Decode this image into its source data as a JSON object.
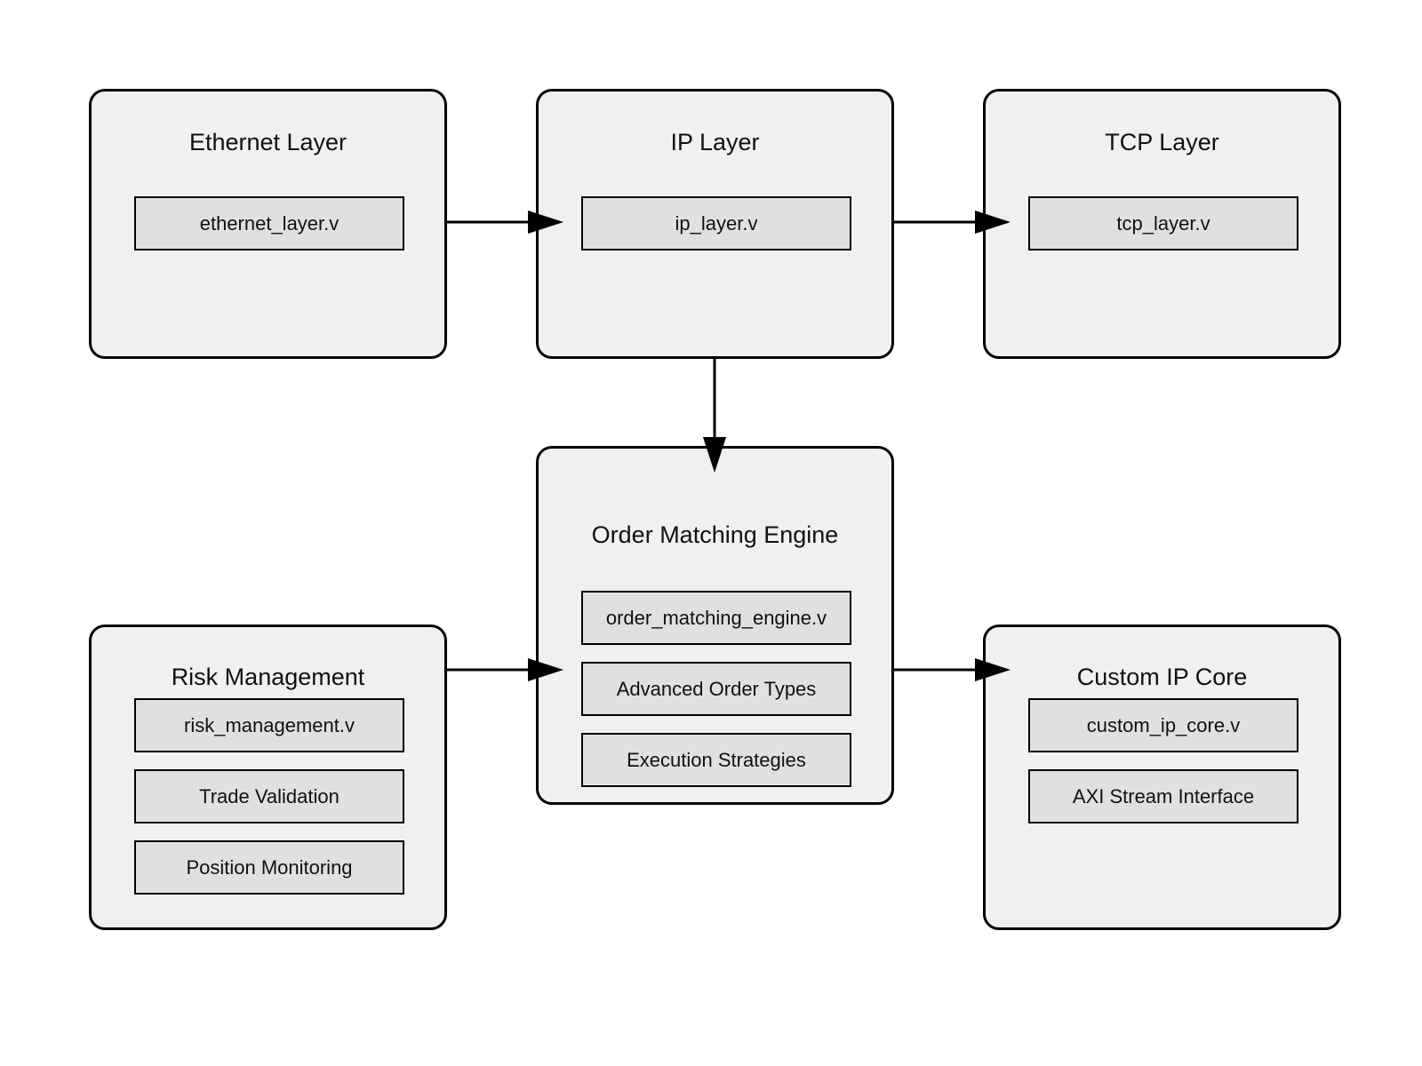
{
  "diagram": {
    "blocks": {
      "ethernet": {
        "title": "Ethernet Layer",
        "modules": [
          "ethernet_layer.v"
        ]
      },
      "ip": {
        "title": "IP Layer",
        "modules": [
          "ip_layer.v"
        ]
      },
      "tcp": {
        "title": "TCP Layer",
        "modules": [
          "tcp_layer.v"
        ]
      },
      "ome": {
        "title": "Order Matching Engine",
        "modules": [
          "order_matching_engine.v",
          "Advanced Order Types",
          "Execution Strategies"
        ]
      },
      "risk": {
        "title": "Risk Management",
        "modules": [
          "risk_management.v",
          "Trade Validation",
          "Position Monitoring"
        ]
      },
      "custom": {
        "title": "Custom IP Core",
        "modules": [
          "custom_ip_core.v",
          "AXI Stream Interface"
        ]
      }
    },
    "connections": [
      {
        "from": "Ethernet Layer",
        "to": "IP Layer"
      },
      {
        "from": "IP Layer",
        "to": "TCP Layer"
      },
      {
        "from": "IP Layer",
        "to": "Order Matching Engine"
      },
      {
        "from": "Risk Management",
        "to": "Order Matching Engine"
      },
      {
        "from": "Order Matching Engine",
        "to": "Custom IP Core"
      }
    ],
    "colors": {
      "block_fill": "#f0f0f0",
      "module_fill": "#e0e0e0",
      "stroke": "#000000"
    }
  }
}
